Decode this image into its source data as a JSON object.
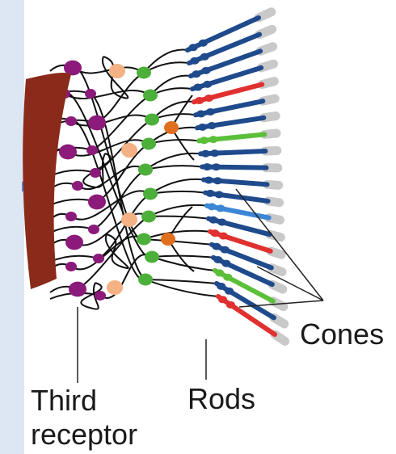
{
  "labels": {
    "cones": "Cones",
    "rods": "Rods",
    "third_receptor_line1": "Third",
    "third_receptor_line2": "receptor"
  },
  "colors": {
    "third_receptor": "#8a2a1a",
    "ganglion": "#8b1a7a",
    "amacrine": "#f4b183",
    "horizontal": "#e07020",
    "bipolar": "#4caf3a",
    "rod": "#1f4a8c",
    "cone_red": "#e03030",
    "cone_green": "#5cbf3a",
    "cone_blue": "#3b86d6",
    "outer_segment": "#c9c9c9",
    "side_panel": "#dde6f3",
    "side_arrow": "#4f8ed6"
  },
  "icons": {
    "side_panel_arrow": "chevron-right-icon"
  }
}
